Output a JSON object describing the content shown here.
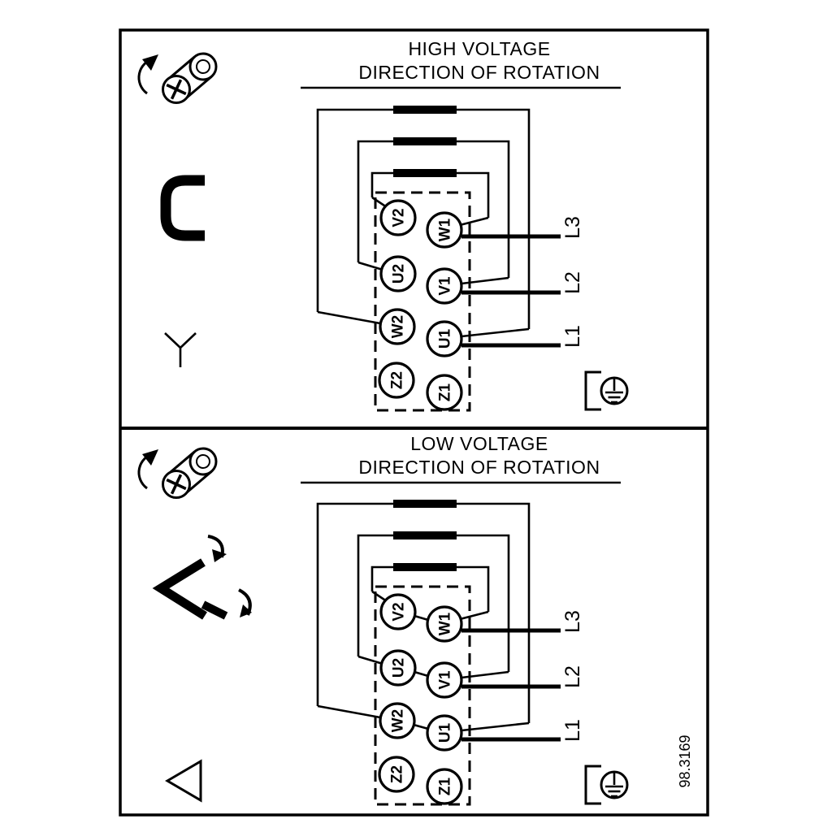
{
  "drawing_number": "98.3169",
  "panels": {
    "high": {
      "title_line1": "HIGH VOLTAGE",
      "title_line2": "DIRECTION OF ROTATION",
      "connection": "star",
      "terminals": {
        "outer": [
          "V2",
          "U2",
          "W2",
          "Z2"
        ],
        "inner": [
          "W1",
          "V1",
          "U1",
          "Z1"
        ]
      },
      "supply_lines": [
        "L3",
        "L2",
        "L1"
      ]
    },
    "low": {
      "title_line1": "LOW VOLTAGE",
      "title_line2": "DIRECTION OF ROTATION",
      "connection": "delta",
      "terminals": {
        "outer": [
          "V2",
          "U2",
          "W2",
          "Z2"
        ],
        "inner": [
          "W1",
          "V1",
          "U1",
          "Z1"
        ]
      },
      "supply_lines": [
        "L3",
        "L2",
        "L1"
      ]
    }
  }
}
